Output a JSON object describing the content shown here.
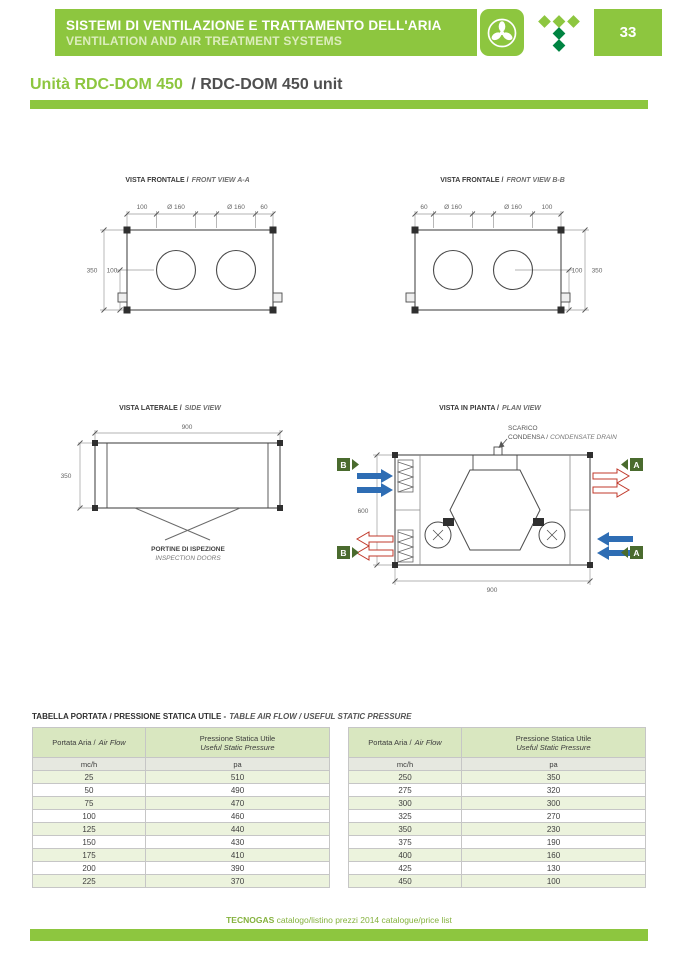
{
  "colors": {
    "brand_green": "#8DC63F",
    "dark_green": "#008442",
    "table_header_green": "#D9E7C0",
    "table_row_green": "#ECF3DD",
    "arrow_blue": "#2E6DB4",
    "arrow_red": "#C0392B"
  },
  "header": {
    "title_it": "SISTEMI DI VENTILAZIONE E TRATTAMENTO DELL'ARIA",
    "title_en": "VENTILATION AND AIR TREATMENT SYSTEMS",
    "page_number": "33"
  },
  "section_title": {
    "it": "Unità RDC-DOM 450",
    "en": "/ RDC-DOM 450 unit"
  },
  "drawings": {
    "front_a": {
      "label_it": "VISTA FRONTALE /",
      "label_en": "FRONT VIEW A-A",
      "dim_top_1": "100",
      "dim_top_2": "Ø 160",
      "dim_top_3": "Ø 160",
      "dim_top_4": "60",
      "dim_height": "350",
      "dim_axis": "100"
    },
    "front_b": {
      "label_it": "VISTA FRONTALE /",
      "label_en": "FRONT VIEW B-B",
      "dim_top_1": "60",
      "dim_top_2": "Ø 160",
      "dim_top_3": "Ø 160",
      "dim_top_4": "100",
      "dim_axis": "100",
      "dim_height": "350"
    },
    "side": {
      "label_it": "VISTA LATERALE /",
      "label_en": "SIDE VIEW",
      "dim_width": "900",
      "dim_height": "350",
      "doors_it": "PORTINE DI ISPEZIONE",
      "doors_en": "INSPECTION DOORS"
    },
    "plan": {
      "label_it": "VISTA IN PIANTA /",
      "label_en": "PLAN VIEW",
      "drain_line1": "SCARICO",
      "drain_line2_it": "CONDENSA /",
      "drain_line2_en": "CONDENSATE DRAIN",
      "dim_height": "600",
      "dim_width": "900",
      "marker_a": "A",
      "marker_b": "B"
    }
  },
  "table": {
    "title_it": "TABELLA PORTATA / PRESSIONE STATICA UTILE -",
    "title_en": "TABLE AIR FLOW / USEFUL STATIC PRESSURE",
    "header_flow_it": "Portata Aria /",
    "header_flow_en": "Air Flow",
    "header_pressure_it": "Pressione Statica Utile",
    "header_pressure_en": "Useful Static Pressure",
    "unit_flow": "mc/h",
    "unit_pressure": "pa",
    "left_rows": [
      [
        "25",
        "510"
      ],
      [
        "50",
        "490"
      ],
      [
        "75",
        "470"
      ],
      [
        "100",
        "460"
      ],
      [
        "125",
        "440"
      ],
      [
        "150",
        "430"
      ],
      [
        "175",
        "410"
      ],
      [
        "200",
        "390"
      ],
      [
        "225",
        "370"
      ]
    ],
    "right_rows": [
      [
        "250",
        "350"
      ],
      [
        "275",
        "320"
      ],
      [
        "300",
        "300"
      ],
      [
        "325",
        "270"
      ],
      [
        "350",
        "230"
      ],
      [
        "375",
        "190"
      ],
      [
        "400",
        "160"
      ],
      [
        "425",
        "130"
      ],
      [
        "450",
        "100"
      ]
    ]
  },
  "footer": {
    "brand": "TECNOGAS",
    "rest": " catalogo/listino prezzi 2014 catalogue/price list"
  }
}
